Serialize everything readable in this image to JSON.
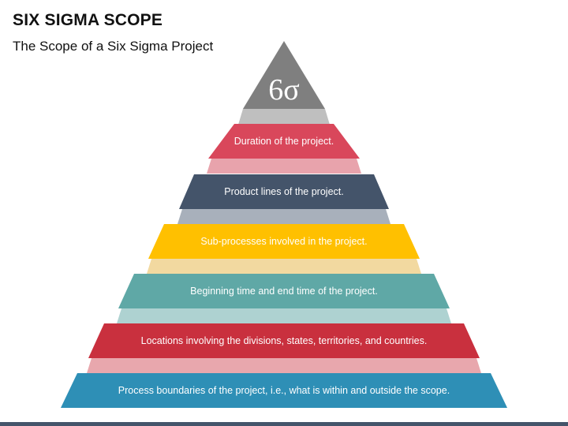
{
  "title": "SIX SIGMA SCOPE",
  "subtitle": "The Scope of a Six Sigma Project",
  "apex": {
    "label": "6σ",
    "color": "#7f7f7f",
    "side_color": "#bfbfbf"
  },
  "tiers": [
    {
      "label": "Duration of the project.",
      "color": "#d9475b",
      "side_color": "#e8a3ac"
    },
    {
      "label": "Product lines of the project.",
      "color": "#44546a",
      "side_color": "#a8b0bb"
    },
    {
      "label": "Sub-processes involved in the project.",
      "color": "#ffc000",
      "side_color": "#f2d9a0"
    },
    {
      "label": "Beginning time and end time of the project.",
      "color": "#5fa8a6",
      "side_color": "#aed2d1"
    },
    {
      "label": "Locations involving the divisions, states, territories, and countries.",
      "color": "#c9303e",
      "side_color": "#e8a7ad"
    },
    {
      "label": "Process boundaries of the project, i.e., what is within and outside the scope.",
      "color": "#2e8fb6",
      "side_color": "#a9d0e1"
    }
  ],
  "colors": {
    "text_light": "#ffffff",
    "footer": "#44546a"
  }
}
